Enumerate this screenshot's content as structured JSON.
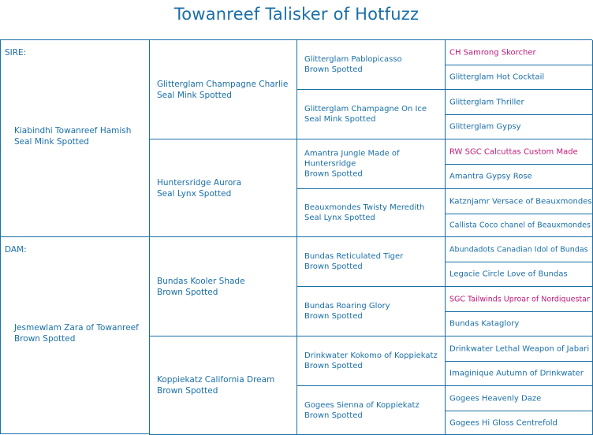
{
  "title": "Towanreef Talisker of Hotfuzz",
  "colors": {
    "text": "#1a6fa8",
    "highlight": "#c0197a",
    "border": "#1a6fa8"
  },
  "sire": {
    "label": "SIRE:",
    "name": "Kiabindhi Towanreef Hamish",
    "color": "Seal Mink Spotted",
    "sire": {
      "name": "Glitterglam Champagne Charlie",
      "color": "Seal Mink Spotted",
      "sire": {
        "name": "Glitterglam Pablopicasso",
        "color": "Brown Spotted",
        "parents": [
          "CH Samrong Skorcher",
          "Glitterglam Hot Cocktail"
        ]
      },
      "dam": {
        "name": "Glitterglam Champagne On Ice",
        "color": "Seal Mink Spotted",
        "parents": [
          "Glitterglam Thriller",
          "Glitterglam Gypsy"
        ]
      }
    },
    "dam": {
      "name": "Huntersridge Aurora",
      "color": "Seal Lynx Spotted",
      "sire": {
        "name": "Amantra  Jungle Made of Huntersridge",
        "color": "Brown Spotted",
        "parents": [
          "RW SGC Calcuttas Custom Made",
          "Amantra Gypsy Rose"
        ]
      },
      "dam": {
        "name": "Beauxmondes Twisty Meredith",
        "color": "Seal Lynx Spotted",
        "parents": [
          "Katznjamr Versace of Beauxmondes",
          "Callista Coco chanel of Beauxmondes"
        ]
      }
    }
  },
  "dam": {
    "label": "DAM:",
    "name": "Jesmewlam Zara of Towanreef",
    "color": "Brown Spotted",
    "sire": {
      "name": "Bundas Kooler Shade",
      "color": "Brown Spotted",
      "sire": {
        "name": "Bundas Reticulated Tiger",
        "color": "Brown Spotted",
        "parents": [
          "Abundadots Canadian Idol of Bundas",
          "Legacie Circle Love of Bundas"
        ]
      },
      "dam": {
        "name": "Bundas Roaring Glory",
        "color": "Brown Spotted",
        "parents": [
          "SGC Tailwinds Uproar of Nordiquestar",
          "Bundas Kataglory"
        ]
      }
    },
    "dam": {
      "name": "Koppiekatz California Dream",
      "color": "Brown Spotted",
      "sire": {
        "name": "Drinkwater Kokomo of Koppiekatz",
        "color": "Brown Spotted",
        "parents": [
          "Drinkwater Lethal Weapon of Jabari",
          "Imaginique Autumn of Drinkwater"
        ]
      },
      "dam": {
        "name": "Gogees Sienna of Koppiekatz",
        "color": "Brown Spotted",
        "parents": [
          "Gogees Heavenly Daze",
          "Gogees Hi Gloss Centrefold"
        ]
      }
    }
  }
}
